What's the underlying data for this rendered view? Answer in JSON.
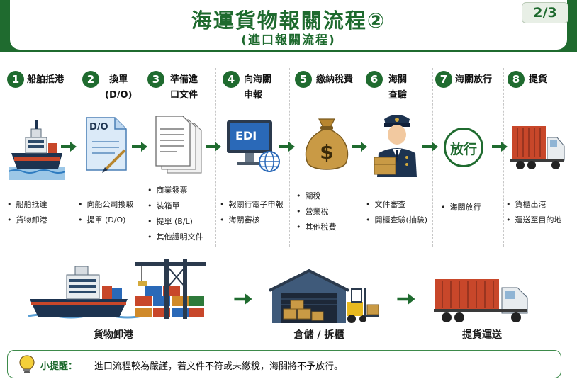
{
  "header": {
    "title": "海運貨物報關流程②",
    "subtitle": "(進口報關流程)",
    "page_indicator": "2/3"
  },
  "steps": [
    {
      "num": "1",
      "title_lines": [
        "船舶抵港"
      ],
      "bullets": [
        "船舶抵達",
        "貨物卸港"
      ],
      "icon": "cargo-ship-icon"
    },
    {
      "num": "2",
      "title_lines": [
        "換單",
        "(D/O)"
      ],
      "bullets": [
        "向船公司換取",
        "提單 (D/O)"
      ],
      "icon": "delivery-order-document-icon",
      "doc_label": "D/O"
    },
    {
      "num": "3",
      "title_lines": [
        "準備進",
        "口文件"
      ],
      "bullets": [
        "商業發票",
        "裝箱單",
        "提單 (B/L)",
        "其他證明文件"
      ],
      "icon": "document-stack-icon"
    },
    {
      "num": "4",
      "title_lines": [
        "向海關",
        "申報"
      ],
      "bullets": [
        "報關行電子申報",
        "海關審核"
      ],
      "icon": "edi-computer-icon",
      "screen_label": "EDI"
    },
    {
      "num": "5",
      "title_lines": [
        "繳納稅費"
      ],
      "bullets": [
        "關稅",
        "營業稅",
        "其他稅費"
      ],
      "icon": "money-bag-icon"
    },
    {
      "num": "6",
      "title_lines": [
        "海關",
        "查驗"
      ],
      "bullets": [
        "文件審查",
        "開櫃查驗(抽驗)"
      ],
      "icon": "customs-officer-icon"
    },
    {
      "num": "7",
      "title_lines": [
        "海關放行"
      ],
      "bullets": [
        "海關放行"
      ],
      "icon": "release-stamp-icon",
      "stamp_label": "放行"
    },
    {
      "num": "8",
      "title_lines": [
        "提貨"
      ],
      "bullets": [
        "貨櫃出港",
        "運送至目的地"
      ],
      "icon": "container-truck-icon"
    }
  ],
  "bottom_flow": [
    {
      "caption": "貨物卸港",
      "icon": "port-ship-crane-icon"
    },
    {
      "caption": "倉儲 / 拆櫃",
      "icon": "warehouse-forklift-icon"
    },
    {
      "caption": "提貨運送",
      "icon": "container-truck-icon"
    }
  ],
  "tip": {
    "label": "小提醒：",
    "text": "進口流程較為嚴謹，若文件不符或未繳稅，海關將不予放行。",
    "icon": "lightbulb-icon"
  },
  "colors": {
    "brand_green": "#1f6b2f",
    "container_orange": "#c8472a",
    "gold": "#b8862f",
    "navy": "#1d3350"
  }
}
